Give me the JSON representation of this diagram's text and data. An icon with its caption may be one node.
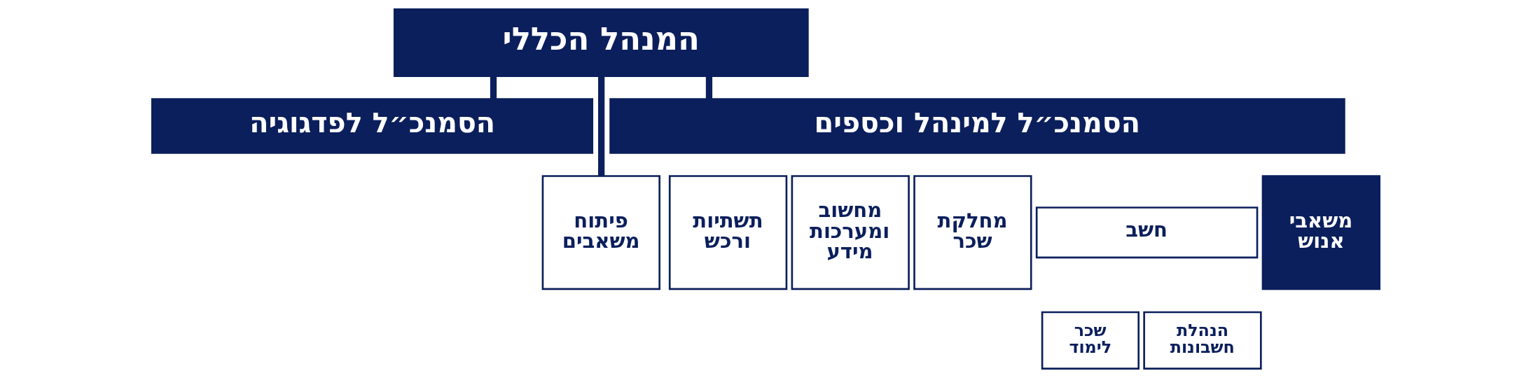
{
  "diagram": {
    "nodes": [
      {
        "text": [
          "המנהל הכללי"
        ]
      },
      {
        "text": [
          "הסמנכ״ל למינהל וכספים"
        ]
      },
      {
        "text": [
          "הסמנכ״ל לפדגוגיה"
        ]
      },
      {
        "text": [
          "משאבי אנוש"
        ]
      },
      {
        "text": [
          "חשב"
        ]
      },
      {
        "text": [
          "הנהלת חשבונות"
        ]
      },
      {
        "text": [
          "שכר לימוד"
        ]
      },
      {
        "text": [
          "מחלקת שכר"
        ]
      },
      {
        "text": [
          "מחשוב ומערכות מידע"
        ]
      },
      {
        "text": [
          "תשתיות ורכש"
        ]
      },
      {
        "text": [
          "פיתוח משאבים"
        ]
      }
    ],
    "edges": [
      {
        "from": 0,
        "to": 1,
        "arrow": "none"
      },
      {
        "from": 0,
        "to": 2,
        "arrow": "none"
      },
      {
        "from": 0,
        "to": 10,
        "arrow": "none"
      }
    ]
  }
}
